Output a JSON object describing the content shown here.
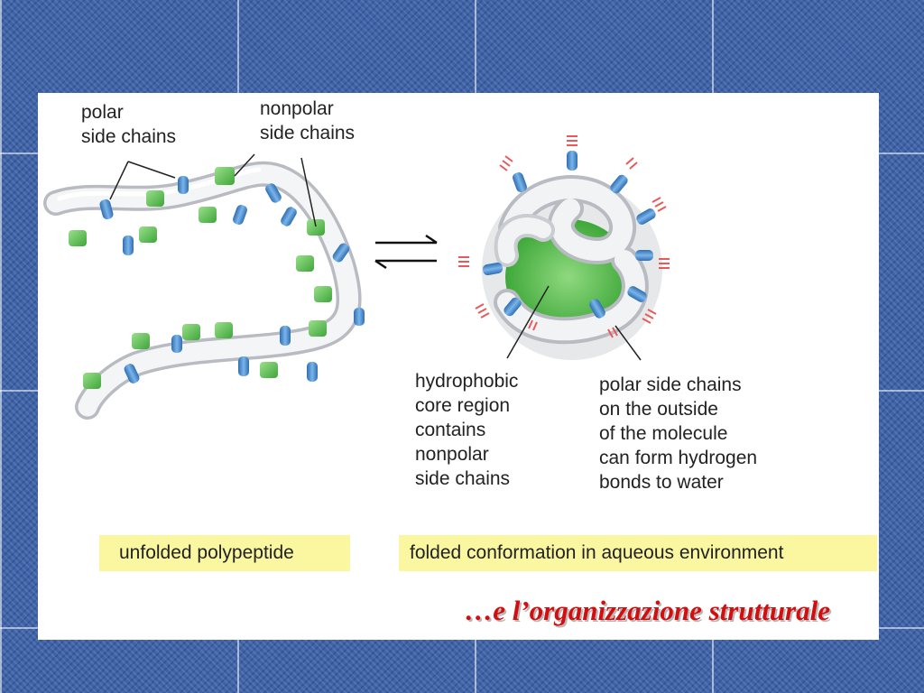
{
  "labels": {
    "polar_side_chains": "polar\nside chains",
    "nonpolar_side_chains": "nonpolar\nside chains",
    "hydrophobic_core": "hydrophobic\ncore region\ncontains\nnonpolar\nside chains",
    "polar_outside": "polar side chains\non the outside\nof the molecule\ncan form hydrogen\nbonds to water"
  },
  "captions": {
    "unfolded": "unfolded polypeptide",
    "folded": "folded conformation in aqueous environment"
  },
  "title": "…e l’organizzazione strutturale",
  "colors": {
    "polar_side_chain": "#4f92d2",
    "nonpolar_side_chain": "#6cc55a",
    "hydrophobic_core": "#4dbb3f",
    "water_bond_marks": "#e85a5a",
    "caption_background": "#fbf7a1",
    "title_text": "#d40e0e"
  }
}
